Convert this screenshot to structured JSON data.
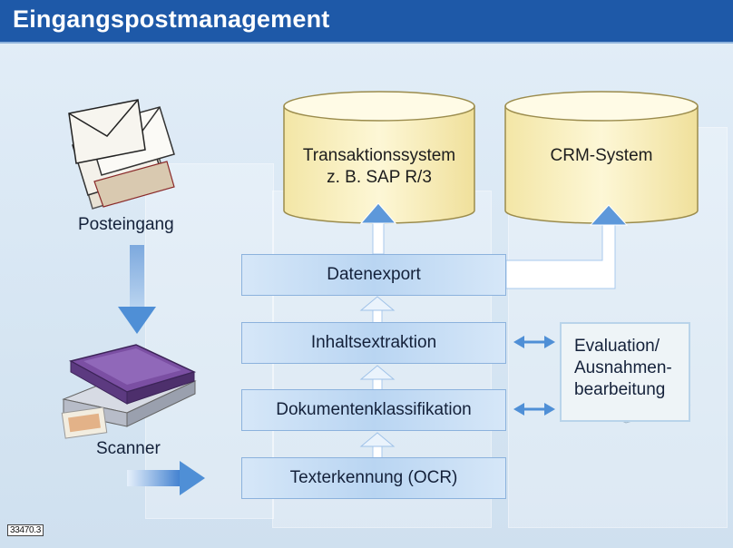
{
  "title": "Eingangspostmanagement",
  "databases": {
    "transaction": {
      "line1": "Transaktionssystem",
      "line2": "z. B. SAP R/3"
    },
    "crm": "CRM-System"
  },
  "inputs": {
    "incoming_mail": "Posteingang",
    "scanner": "Scanner"
  },
  "steps": {
    "export": "Datenexport",
    "extraction": "Inhaltsextraktion",
    "classification": "Dokumentenklassifikation",
    "ocr": "Texterkennung (OCR)"
  },
  "evaluation": {
    "line1": "Evaluation/",
    "line2": "Ausnahmen-",
    "line3": "bearbeitung"
  },
  "figure_code": "33470.3",
  "colors": {
    "title_bar": "#1e59a8",
    "cylinder": "#fbf3c9",
    "process_box": "#b9d5f2",
    "arrow": "#4f8fd6"
  },
  "icons": [
    "envelopes-icon",
    "scanner-icon",
    "document-icon"
  ]
}
